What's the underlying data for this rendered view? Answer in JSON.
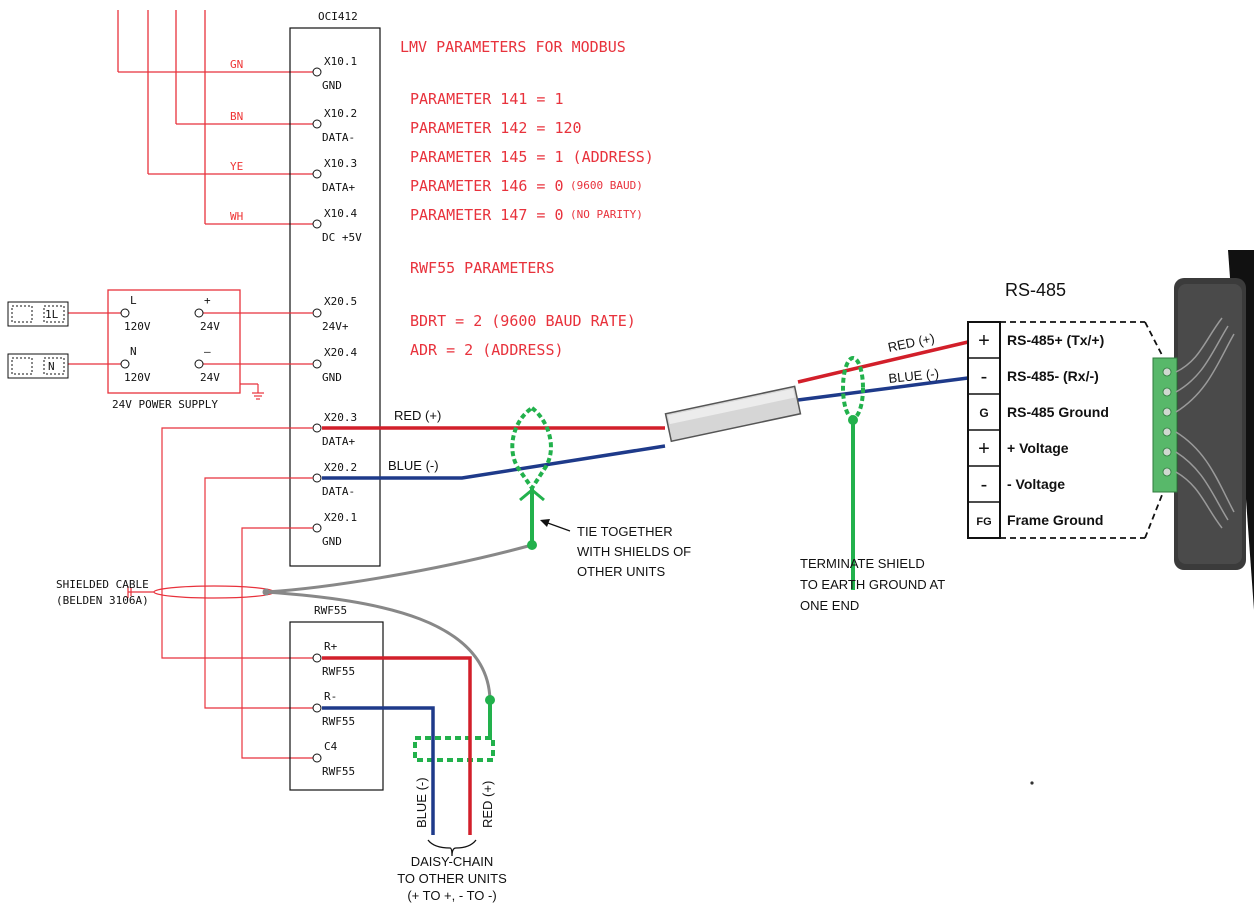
{
  "colors": {
    "red_wire": "#e8323c",
    "data_plus": "#d21f2a",
    "data_minus": "#1e3a8a",
    "shield": "#22b14c",
    "shield_cable": "#888888",
    "line": "#111111"
  },
  "oci412": {
    "title": "OCI412",
    "terminals": [
      {
        "id": "X10.1",
        "name": "GND",
        "wire": "GN"
      },
      {
        "id": "X10.2",
        "name": "DATA-",
        "wire": "BN"
      },
      {
        "id": "X10.3",
        "name": "DATA+",
        "wire": "YE"
      },
      {
        "id": "X10.4",
        "name": "DC  +5V",
        "wire": "WH"
      },
      {
        "id": "X20.5",
        "name": "24V+"
      },
      {
        "id": "X20.4",
        "name": "GND"
      },
      {
        "id": "X20.3",
        "name": "DATA+"
      },
      {
        "id": "X20.2",
        "name": "DATA-"
      },
      {
        "id": "X20.1",
        "name": "GND"
      }
    ]
  },
  "lmv": {
    "heading": "LMV PARAMETERS FOR MODBUS",
    "params": [
      {
        "text": "PARAMETER 141 = 1",
        "note": ""
      },
      {
        "text": "PARAMETER 142 = 120",
        "note": ""
      },
      {
        "text": "PARAMETER 145 = 1 (ADDRESS)",
        "note": ""
      },
      {
        "text": "PARAMETER 146 = 0",
        "note": "(9600 BAUD)"
      },
      {
        "text": "PARAMETER 147 = 0",
        "note": "(NO PARITY)"
      }
    ]
  },
  "rwf_params": {
    "heading": "RWF55 PARAMETERS",
    "params": [
      "BDRT = 2 (9600 BAUD RATE)",
      "ADR = 2 (ADDRESS)"
    ]
  },
  "power_supply": {
    "label": "24V POWER SUPPLY",
    "inputs": [
      {
        "sign": "L",
        "value": "120V",
        "fuse": "1L"
      },
      {
        "sign": "N",
        "value": "120V",
        "fuse": "N"
      }
    ],
    "outputs": [
      {
        "sign": "+",
        "value": "24V"
      },
      {
        "sign": "—",
        "value": "24V"
      }
    ]
  },
  "rwf55": {
    "title": "RWF55",
    "terminals": [
      {
        "id": "R+",
        "name": "RWF55"
      },
      {
        "id": "R-",
        "name": "RWF55"
      },
      {
        "id": "C4",
        "name": "RWF55"
      }
    ]
  },
  "cable": {
    "shielded_line1": "SHIELDED CABLE",
    "shielded_line2": "(BELDEN 3106A)",
    "red_label": "RED (+)",
    "blue_label": "BLUE (-)",
    "right_red_label": "RED (+)",
    "right_blue_label": "BLUE (-)",
    "vertical_blue": "BLUE (-)",
    "vertical_red": "RED (+)"
  },
  "notes": {
    "tie": [
      "TIE TOGETHER",
      "WITH SHIELDS OF",
      "OTHER UNITS"
    ],
    "terminate": [
      "TERMINATE SHIELD",
      "TO EARTH GROUND AT",
      "ONE END"
    ],
    "daisy": [
      "DAISY-CHAIN",
      "TO OTHER UNITS",
      "(+ TO +, - TO -)"
    ]
  },
  "rs485": {
    "title": "RS-485",
    "rows": [
      {
        "symbol": "+",
        "label": "RS-485+ (Tx/+)"
      },
      {
        "symbol": "-",
        "label": "RS-485-  (Rx/-)"
      },
      {
        "symbol": "G",
        "label": "RS-485 Ground"
      },
      {
        "symbol": "+",
        "label": "+ Voltage"
      },
      {
        "symbol": "-",
        "label": "- Voltage"
      },
      {
        "symbol": "FG",
        "label": "Frame Ground"
      }
    ]
  }
}
